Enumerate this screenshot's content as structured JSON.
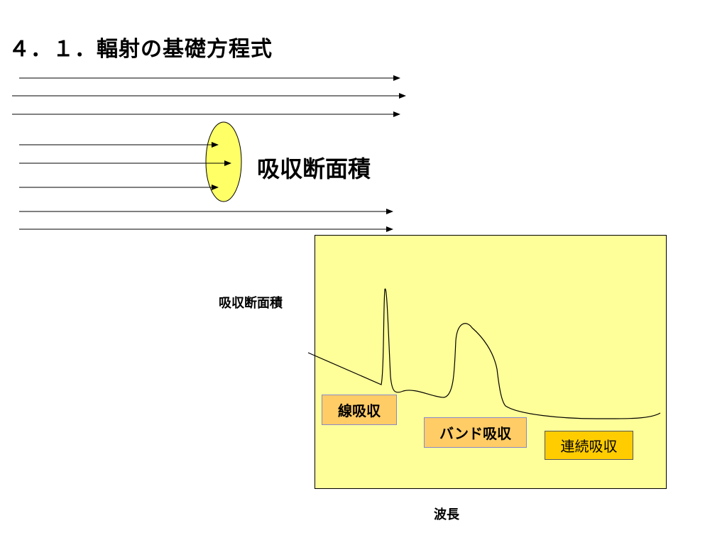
{
  "title": "４．１．輻射の基礎方程式",
  "ellipse_label": "吸収断面積",
  "chart": {
    "ylabel": "吸収断面積",
    "xlabel": "波長",
    "labels": {
      "line": "線吸収",
      "band": "バンド吸収",
      "continuum": "連続吸収"
    }
  },
  "colors": {
    "ellipse_fill": "#ffff66",
    "plot_background": "#ffff99",
    "tag_fill": "#ffcc66",
    "tag_continuum_fill": "#ffcc00"
  }
}
